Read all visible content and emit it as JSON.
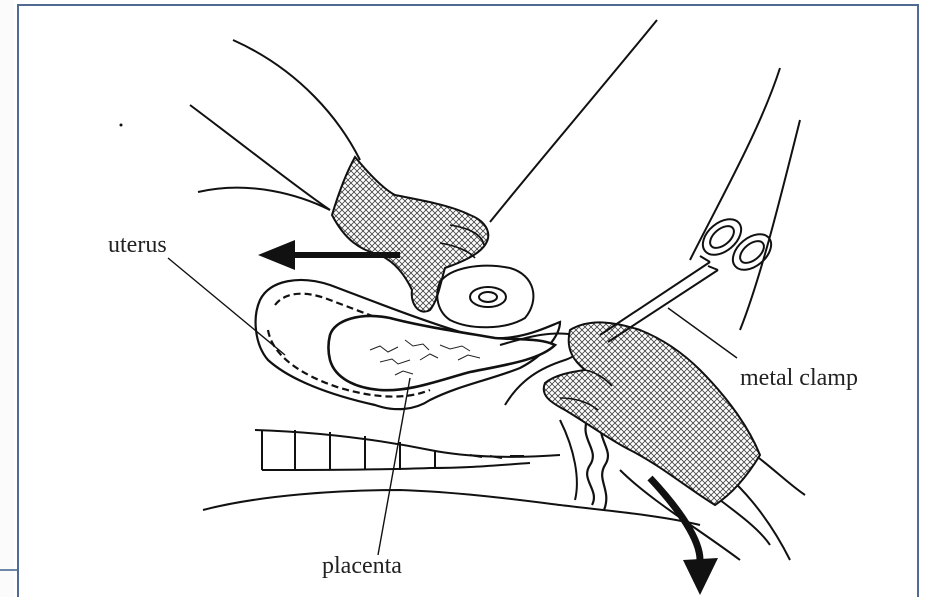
{
  "labels": {
    "uterus": "uterus",
    "metal_clamp": "metal clamp",
    "placenta": "placenta"
  },
  "colors": {
    "frame": "#4f6b93",
    "ink": "#111111"
  }
}
